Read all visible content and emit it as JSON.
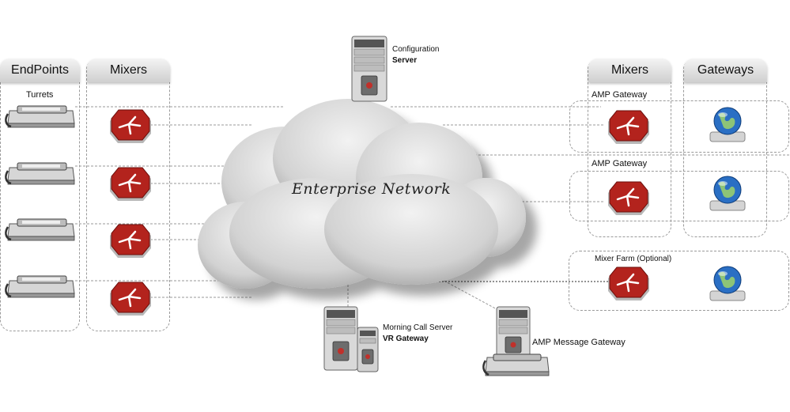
{
  "left": {
    "endpoints_header": "EndPoints",
    "mixers_header": "Mixers",
    "turrets_label": "Turrets"
  },
  "right": {
    "mixers_header": "Mixers",
    "gateways_header": "Gateways",
    "amp_gateway_1": "AMP Gateway",
    "amp_gateway_2": "AMP Gateway",
    "mixer_farm": "Mixer Farm (Optional)"
  },
  "center": {
    "cloud_label": "Enterprise Network",
    "config_server_line1": "Configuration",
    "config_server_line2": "Server",
    "morning_call_line1": "Morning Call Server",
    "morning_call_line2": "VR Gateway",
    "amp_message_gateway": "AMP Message Gateway"
  },
  "colors": {
    "mixer_red": "#b3231d",
    "globe_blue": "#2a6fc4",
    "cloud_gray": "#c9c9c9",
    "dash_gray": "#9a9a9a"
  }
}
